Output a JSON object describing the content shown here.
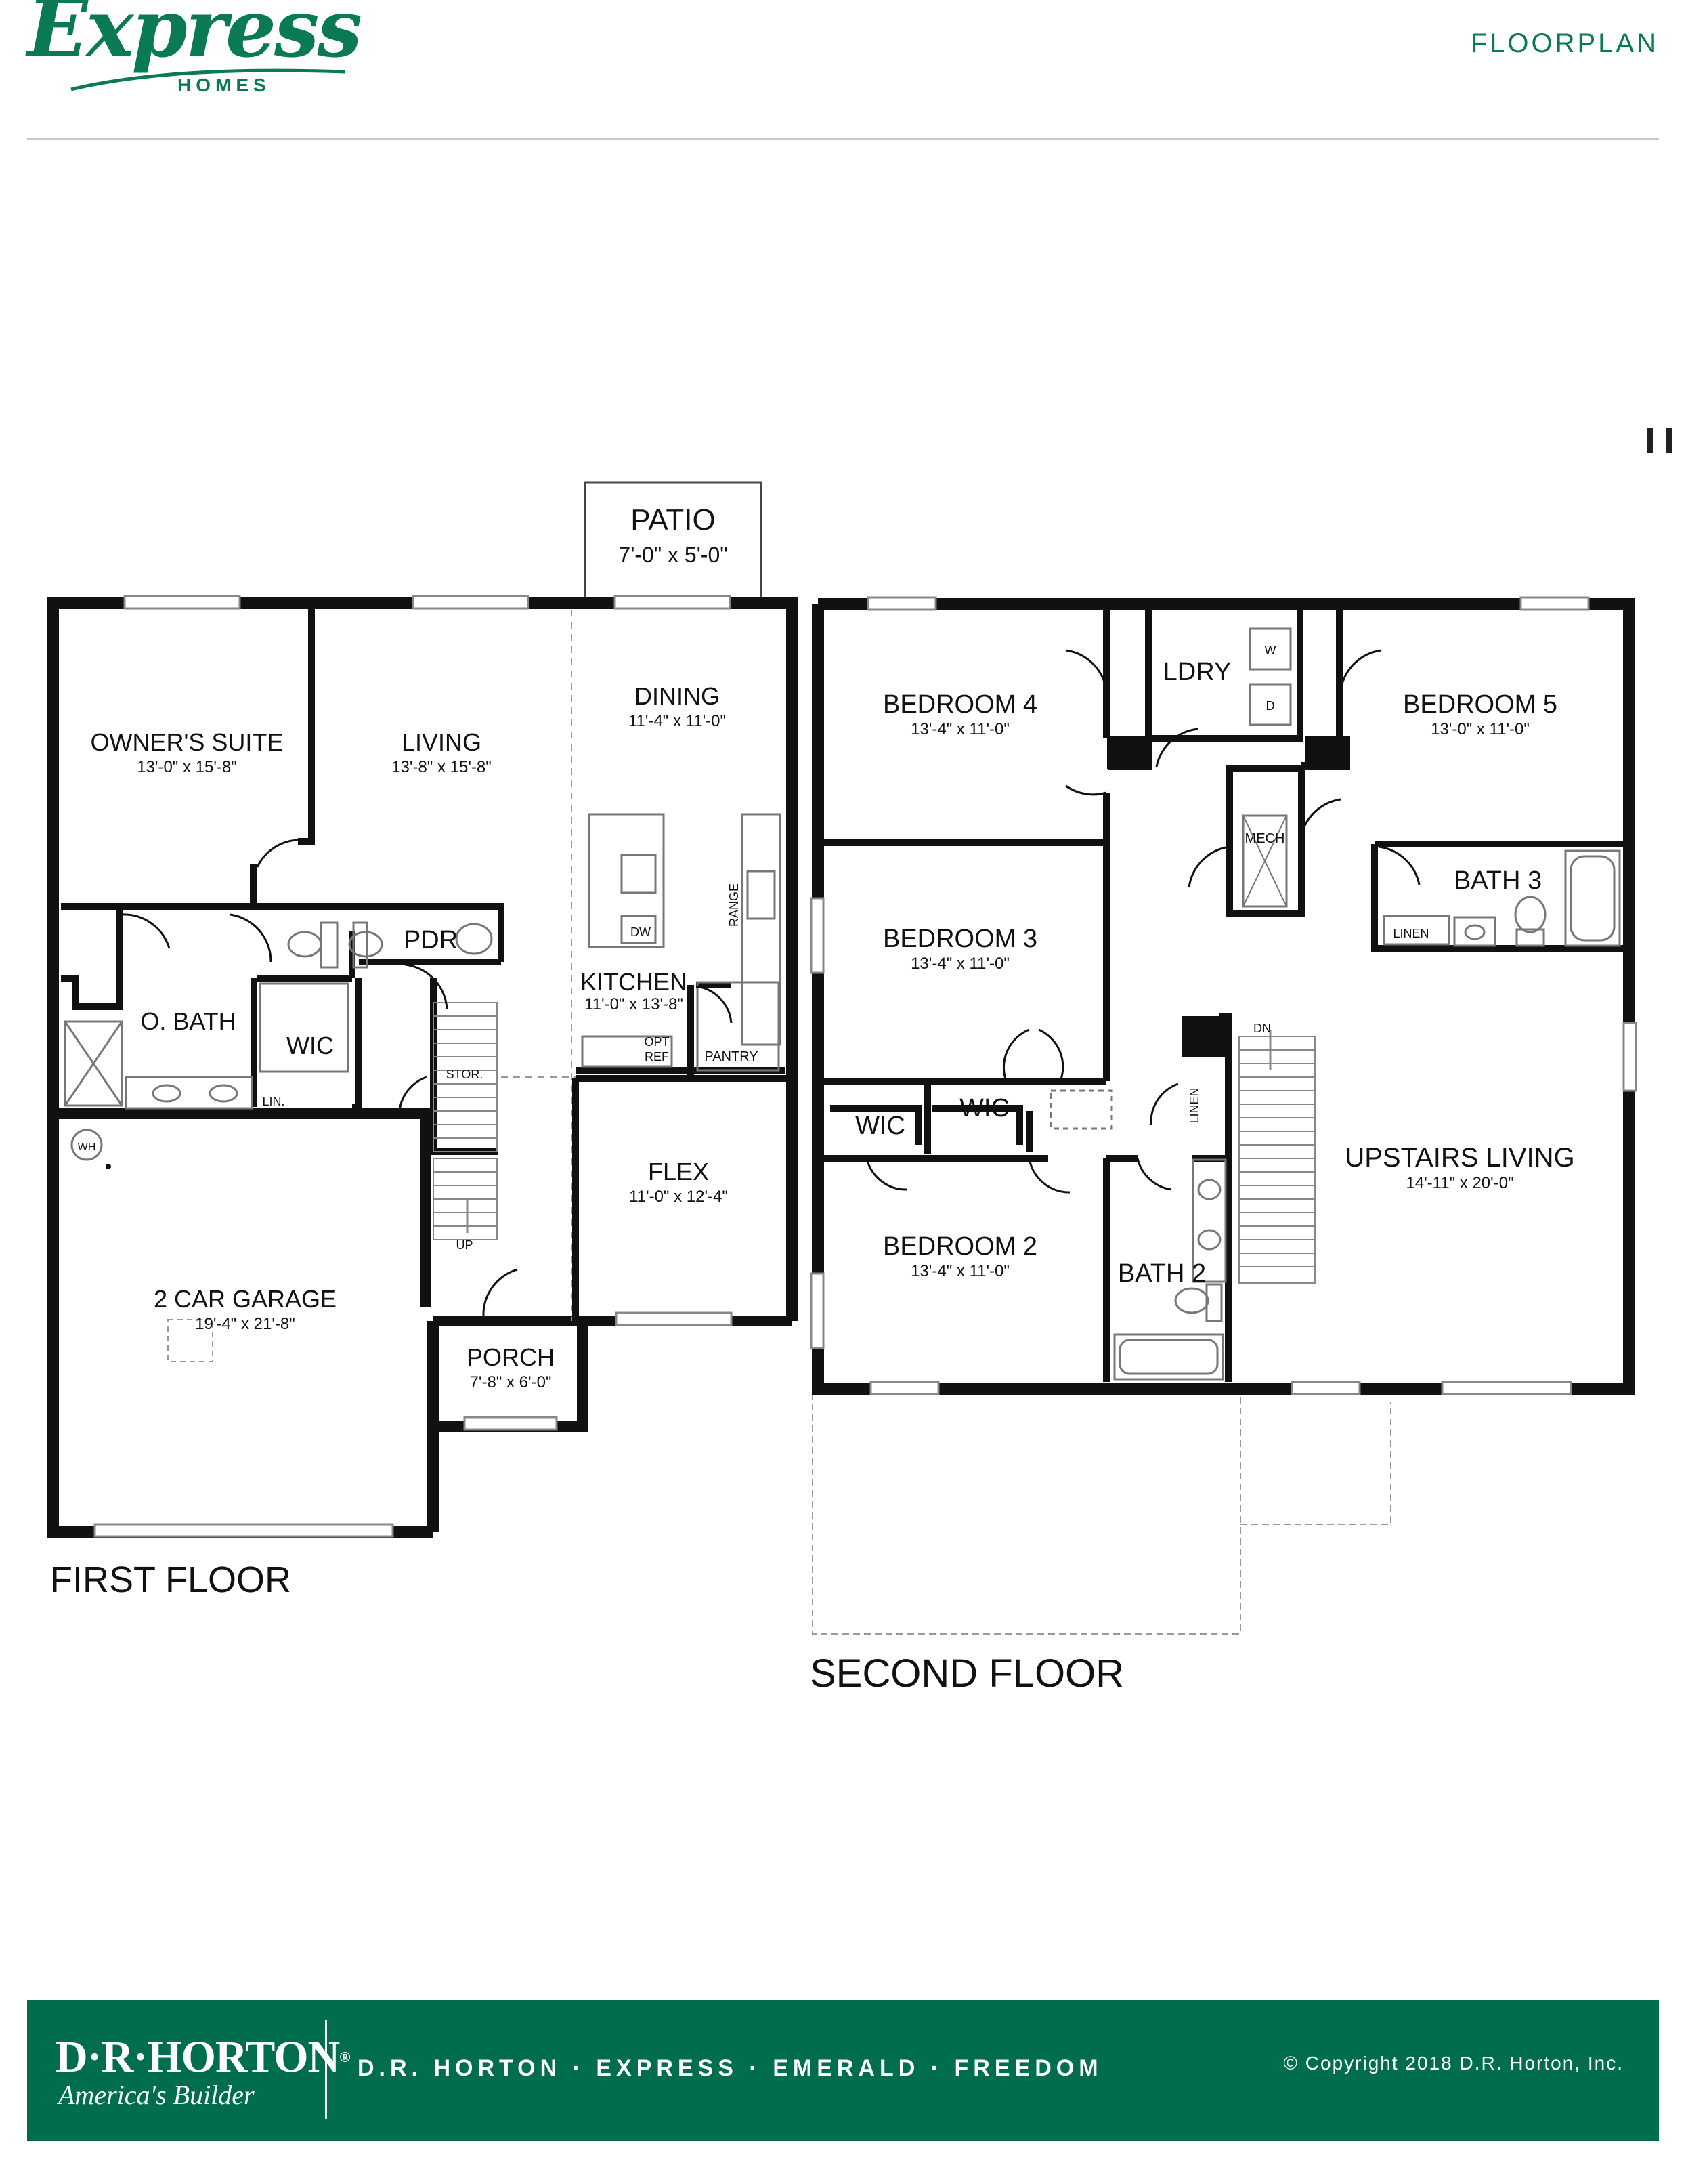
{
  "header": {
    "logo_word": "Express",
    "logo_sub": "HOMES",
    "logo_tm": "™",
    "page_label": "FLOORPLAN"
  },
  "first_floor": {
    "label": "FIRST FLOOR",
    "patio": {
      "name": "PATIO",
      "dims": "7'-0\" x 5'-0\""
    },
    "owners_suite": {
      "name": "OWNER'S SUITE",
      "dims": "13'-0\" x 15'-8\""
    },
    "living": {
      "name": "LIVING",
      "dims": "13'-8\" x 15'-8\""
    },
    "dining": {
      "name": "DINING",
      "dims": "11'-4\" x 11'-0\""
    },
    "kitchen": {
      "name": "KITCHEN",
      "dims": "11'-0\" x 13'-8\""
    },
    "pdr": "PDR",
    "o_bath": "O. BATH",
    "wic": "WIC",
    "lin": "LIN.",
    "stor": "STOR.",
    "up": "UP",
    "dw": "DW",
    "range": "RANGE",
    "pantry": "PANTRY",
    "opt_ref_1": "OPT",
    "opt_ref_2": "REF",
    "wh": "WH",
    "flex": {
      "name": "FLEX",
      "dims": "11'-0\" x 12'-4\""
    },
    "garage": {
      "name": "2 CAR GARAGE",
      "dims": "19'-4\" x 21'-8\""
    },
    "porch": {
      "name": "PORCH",
      "dims": "7'-8\" x 6'-0\""
    }
  },
  "second_floor": {
    "label": "SECOND FLOOR",
    "bedroom4": {
      "name": "BEDROOM 4",
      "dims": "13'-4\" x 11'-0\""
    },
    "bedroom5": {
      "name": "BEDROOM 5",
      "dims": "13'-0\" x 11'-0\""
    },
    "bedroom3": {
      "name": "BEDROOM 3",
      "dims": "13'-4\" x 11'-0\""
    },
    "bedroom2": {
      "name": "BEDROOM 2",
      "dims": "13'-4\" x 11'-0\""
    },
    "upstairs_living": {
      "name": "UPSTAIRS LIVING",
      "dims": "14'-11\" x 20'-0\""
    },
    "ldry": "LDRY",
    "w": "W",
    "d": "D",
    "mech": "MECH",
    "bath3": "BATH 3",
    "linen_bath3": "LINEN",
    "wic_left": "WIC",
    "wic_right": "WIC",
    "linen_hall": "LINEN",
    "dn": "DN",
    "bath2": "BATH 2"
  },
  "footer": {
    "brand_name": "D·R·HORTON",
    "brand_reg": "®",
    "brand_tag": "America's Builder",
    "brands": "D.R. HORTON · EXPRESS · EMERALD · FREEDOM",
    "copyright": "© Copyright 2018 D.R. Horton, Inc."
  },
  "colors": {
    "brand_green": "#0a7a55",
    "footer_green": "#006e4e",
    "wall": "#111111"
  }
}
